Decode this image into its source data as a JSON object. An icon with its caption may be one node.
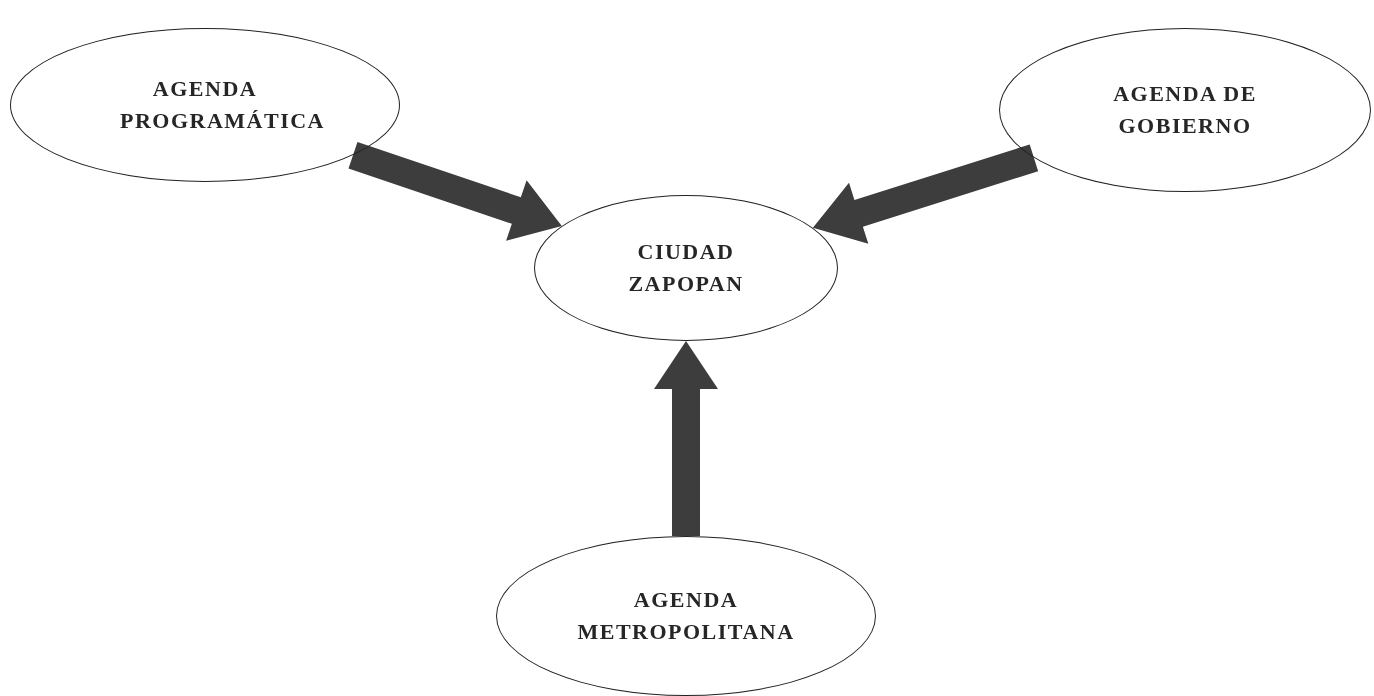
{
  "diagram": {
    "nodes": [
      {
        "text": [
          "AGENDA PROGRAMÁTICA"
        ]
      },
      {
        "text": [
          "AGENDA DE GOBIERNO"
        ]
      },
      {
        "text": [
          "CIUDAD ZAPOPAN"
        ]
      },
      {
        "text": [
          "AGENDA METROPOLITANA"
        ]
      }
    ],
    "edges": [
      {
        "from": 0,
        "to": 2,
        "arrow": "to"
      },
      {
        "from": 1,
        "to": 2,
        "arrow": "to"
      },
      {
        "from": 3,
        "to": 2,
        "arrow": "to"
      }
    ]
  }
}
